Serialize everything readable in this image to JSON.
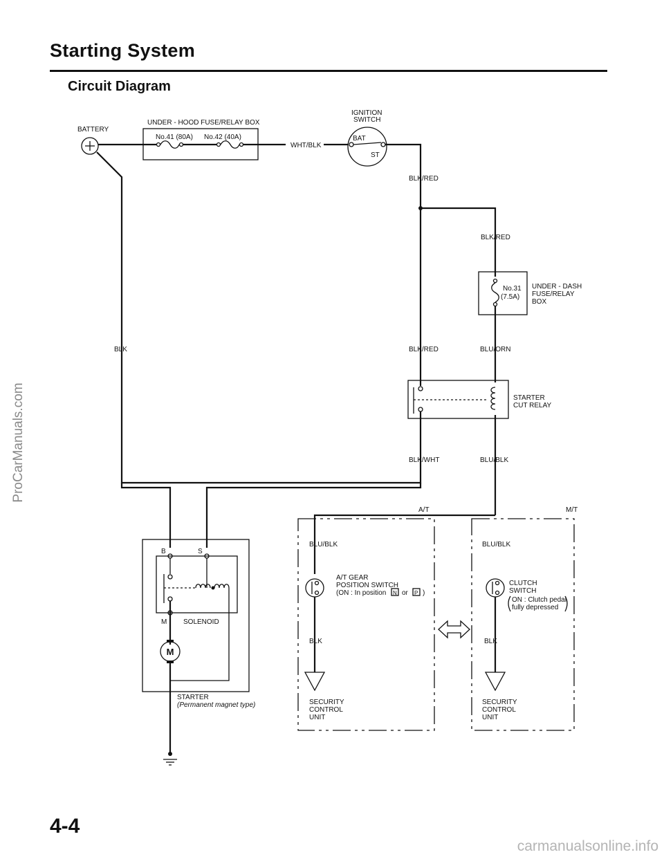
{
  "header": {
    "title": "Starting System",
    "section": "Circuit Diagram"
  },
  "page_number": "4-4",
  "watermarks": {
    "side": "ProCarManuals.com",
    "bottom": "carmanualsonline.info"
  },
  "labels": {
    "battery": "BATTERY",
    "underhood_box": "UNDER - HOOD FUSE/RELAY BOX",
    "fuse_41": "No.41 (80A)",
    "fuse_42": "No.42 (40A)",
    "wht_blk": "WHT/BLK",
    "ignition_1": "IGNITION",
    "ignition_2": "SWITCH",
    "bat": "BAT",
    "st": "ST",
    "blk_red_a": "BLK/RED",
    "blk_red_b": "BLK/RED",
    "blk_red_c": "BLK/RED",
    "fuse_31_1": "No.31",
    "fuse_31_2": "(7.5A)",
    "underdash_1": "UNDER - DASH",
    "underdash_2": "FUSE/RELAY",
    "underdash_3": "BOX",
    "blk": "BLK",
    "blu_orn": "BLU/ORN",
    "relay_1": "STARTER",
    "relay_2": "CUT RELAY",
    "blk_wht": "BLK/WHT",
    "blu_blk_top": "BLU/BLK",
    "at": "A/T",
    "mt": "M/T",
    "b_term": "B",
    "s_term": "S",
    "m_term": "M",
    "solenoid": "SOLENOID",
    "motor": "M",
    "starter_1": "STARTER",
    "starter_2": "(Permanent magnet type)",
    "at_blu_blk": "BLU/BLK",
    "at_sw_1": "A/T GEAR",
    "at_sw_2": "POSITION SWITCH",
    "at_sw_3a": "(ON : In position",
    "at_sw_n": "N",
    "at_sw_or": "or",
    "at_sw_p": "P",
    "at_sw_close": ")",
    "at_blk": "BLK",
    "at_scu_1": "SECURITY",
    "at_scu_2": "CONTROL",
    "at_scu_3": "UNIT",
    "mt_blu_blk": "BLU/BLK",
    "mt_sw_1": "CLUTCH",
    "mt_sw_2": "SWITCH",
    "mt_sw_3": "ON : Clutch pedal",
    "mt_sw_4": "fully depressed",
    "mt_blk": "BLK",
    "mt_scu_1": "SECURITY",
    "mt_scu_2": "CONTROL",
    "mt_scu_3": "UNIT"
  }
}
